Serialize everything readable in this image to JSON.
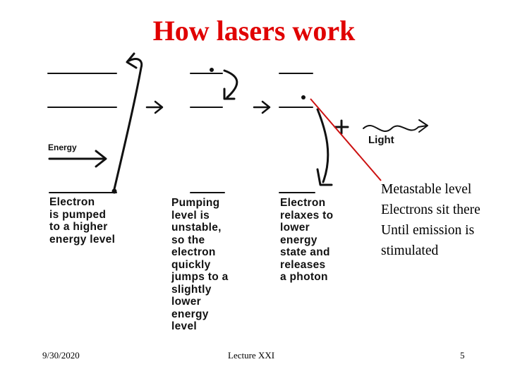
{
  "slide": {
    "title": "How lasers work",
    "title_color": "#e00000",
    "annotation_color": "#cc1111"
  },
  "diagram": {
    "energy_label": "Energy",
    "light_label": "Light",
    "captions": {
      "step1": "Electron\nis pumped\nto a higher\nenergy level",
      "step2": "Pumping\nlevel is\nunstable,\nso the\nelectron\nquickly\njumps to a\nslightly\nlower\nenergy\nlevel",
      "step3": "Electron\nrelaxes to\nlower\nenergy\nstate and\nreleases\na photon"
    },
    "note": "Metastable level\nElectrons sit there\nUntil emission is\nstimulated"
  },
  "footer": {
    "date": "9/30/2020",
    "center": "Lecture XXI",
    "page": "5"
  }
}
